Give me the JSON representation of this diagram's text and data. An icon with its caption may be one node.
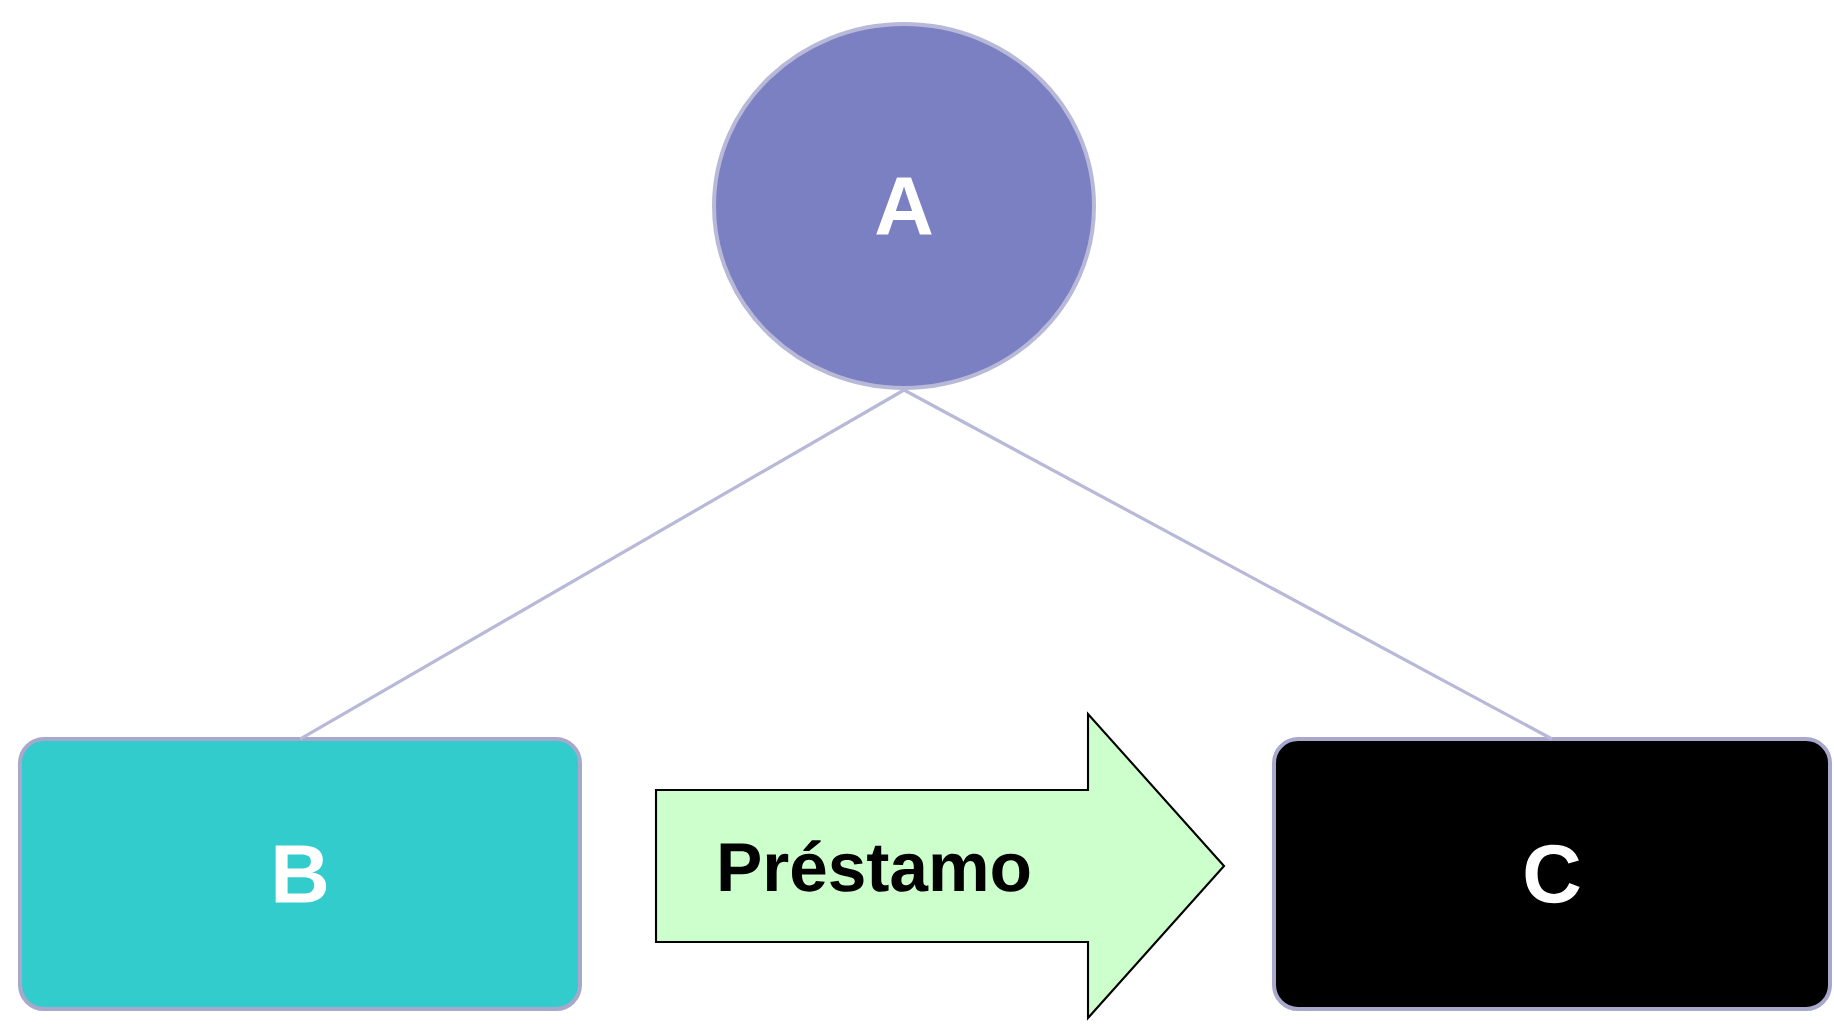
{
  "diagram": {
    "nodes": [
      {
        "text": [
          "A"
        ]
      },
      {
        "text": [
          "B"
        ]
      },
      {
        "text": [
          "C"
        ]
      }
    ],
    "edges": [
      {
        "from": 0,
        "to": 1,
        "arrow": "none"
      },
      {
        "from": 0,
        "to": 2,
        "arrow": "none"
      },
      {
        "from": 1,
        "to": 2,
        "arrow": "to",
        "style": "thick",
        "label": "Préstamo"
      }
    ]
  }
}
